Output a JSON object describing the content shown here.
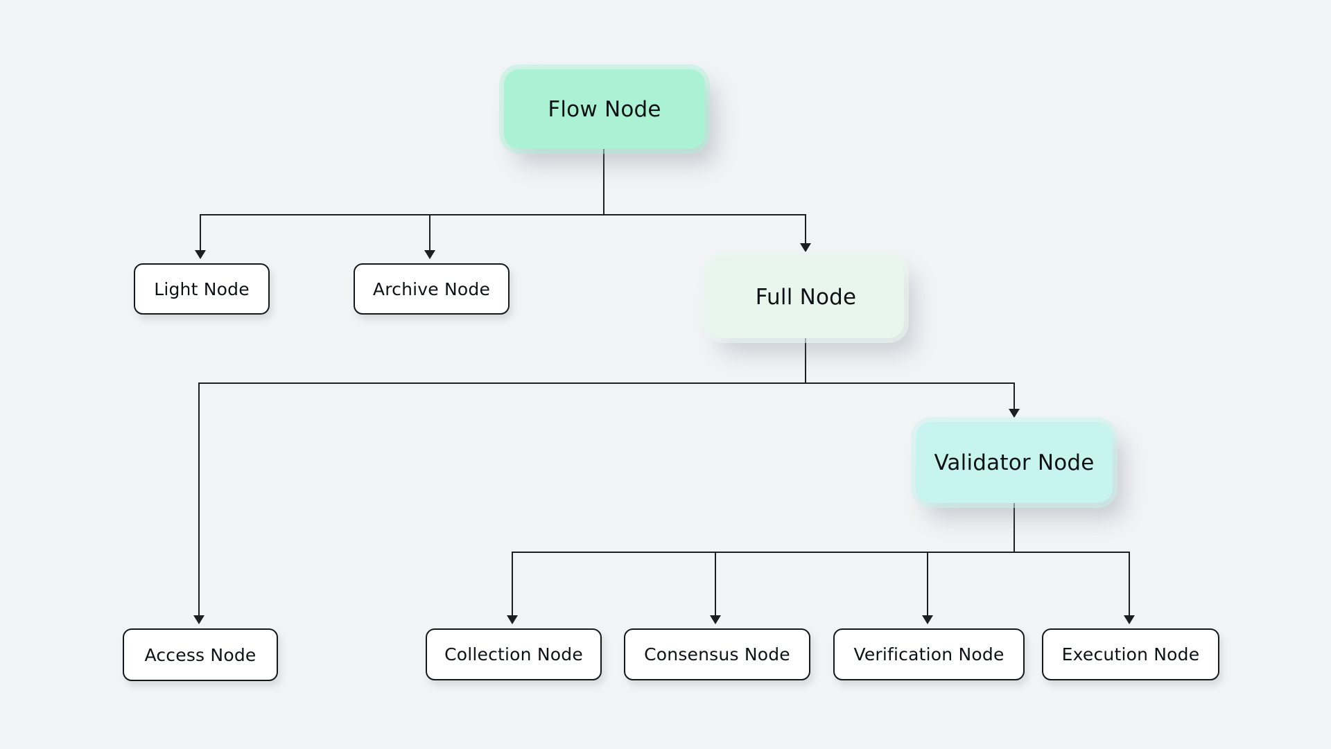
{
  "diagram": {
    "type": "tree",
    "background_color": "#f1f3f5",
    "line_color": "#1c1f22",
    "text_color": "#0e1116"
  },
  "nodes": {
    "flow": {
      "label": "Flow Node",
      "fill": "#abf2d4"
    },
    "light": {
      "label": "Light Node",
      "fill": "#ffffff"
    },
    "archive": {
      "label": "Archive Node",
      "fill": "#ffffff"
    },
    "full": {
      "label": "Full Node",
      "fill": "#e9f6ee"
    },
    "access": {
      "label": "Access Node",
      "fill": "#ffffff"
    },
    "validator": {
      "label": "Validator Node",
      "fill": "#c8f4f0"
    },
    "collection": {
      "label": "Collection Node",
      "fill": "#ffffff"
    },
    "consensus": {
      "label": "Consensus Node",
      "fill": "#ffffff"
    },
    "verification": {
      "label": "Verification Node",
      "fill": "#ffffff"
    },
    "execution": {
      "label": "Execution Node",
      "fill": "#ffffff"
    }
  },
  "edges": [
    {
      "from": "flow",
      "to": "light"
    },
    {
      "from": "flow",
      "to": "archive"
    },
    {
      "from": "flow",
      "to": "full"
    },
    {
      "from": "full",
      "to": "access"
    },
    {
      "from": "full",
      "to": "validator"
    },
    {
      "from": "validator",
      "to": "collection"
    },
    {
      "from": "validator",
      "to": "consensus"
    },
    {
      "from": "validator",
      "to": "verification"
    },
    {
      "from": "validator",
      "to": "execution"
    }
  ]
}
